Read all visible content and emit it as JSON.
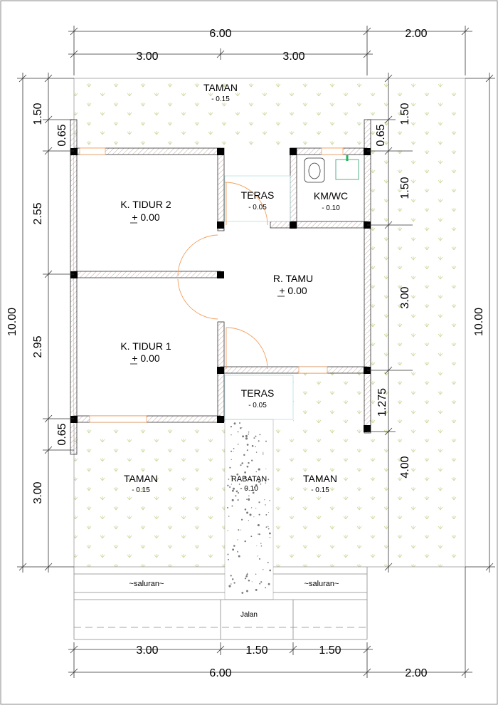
{
  "rooms": {
    "taman_top": {
      "name": "TAMAN",
      "elev": "- 0.15"
    },
    "k_tidur_2": {
      "name": "K. TIDUR 2",
      "elev": "+ 0.00"
    },
    "k_tidur_1": {
      "name": "K. TIDUR 1",
      "elev": "+ 0.00"
    },
    "teras_top": {
      "name": "TERAS",
      "elev": "- 0.05"
    },
    "km_wc": {
      "name": "KM/WC",
      "elev": "- 0.10"
    },
    "r_tamu": {
      "name": "R. TAMU",
      "elev": "+ 0.00"
    },
    "teras_bottom": {
      "name": "TERAS",
      "elev": "- 0.05"
    },
    "taman_left": {
      "name": "TAMAN",
      "elev": "- 0.15"
    },
    "rabatan": {
      "name": "RABATAN",
      "elev": "- 0.10"
    },
    "taman_right": {
      "name": "TAMAN",
      "elev": "- 0.15"
    }
  },
  "saluran_left": "~saluran~",
  "saluran_right": "~saluran~",
  "jalan": "Jalan",
  "dims": {
    "top_total_main": "6.00",
    "top_total_side": "2.00",
    "top_sub_1": "3.00",
    "top_sub_2": "3.00",
    "bottom_sub_1": "3.00",
    "bottom_sub_2": "1.50",
    "bottom_sub_3": "1.50",
    "bottom_total_main": "6.00",
    "bottom_total_side": "2.00",
    "left_1": "1.50",
    "left_2": "0.65",
    "left_3": "2.55",
    "left_4": "2.95",
    "left_5": "0.65",
    "left_6": "3.00",
    "left_total": "10.00",
    "right_1": "1.50",
    "right_2": "0.65",
    "right_3": "1.50",
    "right_4": "3.00",
    "right_5": "1.275",
    "right_6": "4.00",
    "right_total": "10.00"
  }
}
